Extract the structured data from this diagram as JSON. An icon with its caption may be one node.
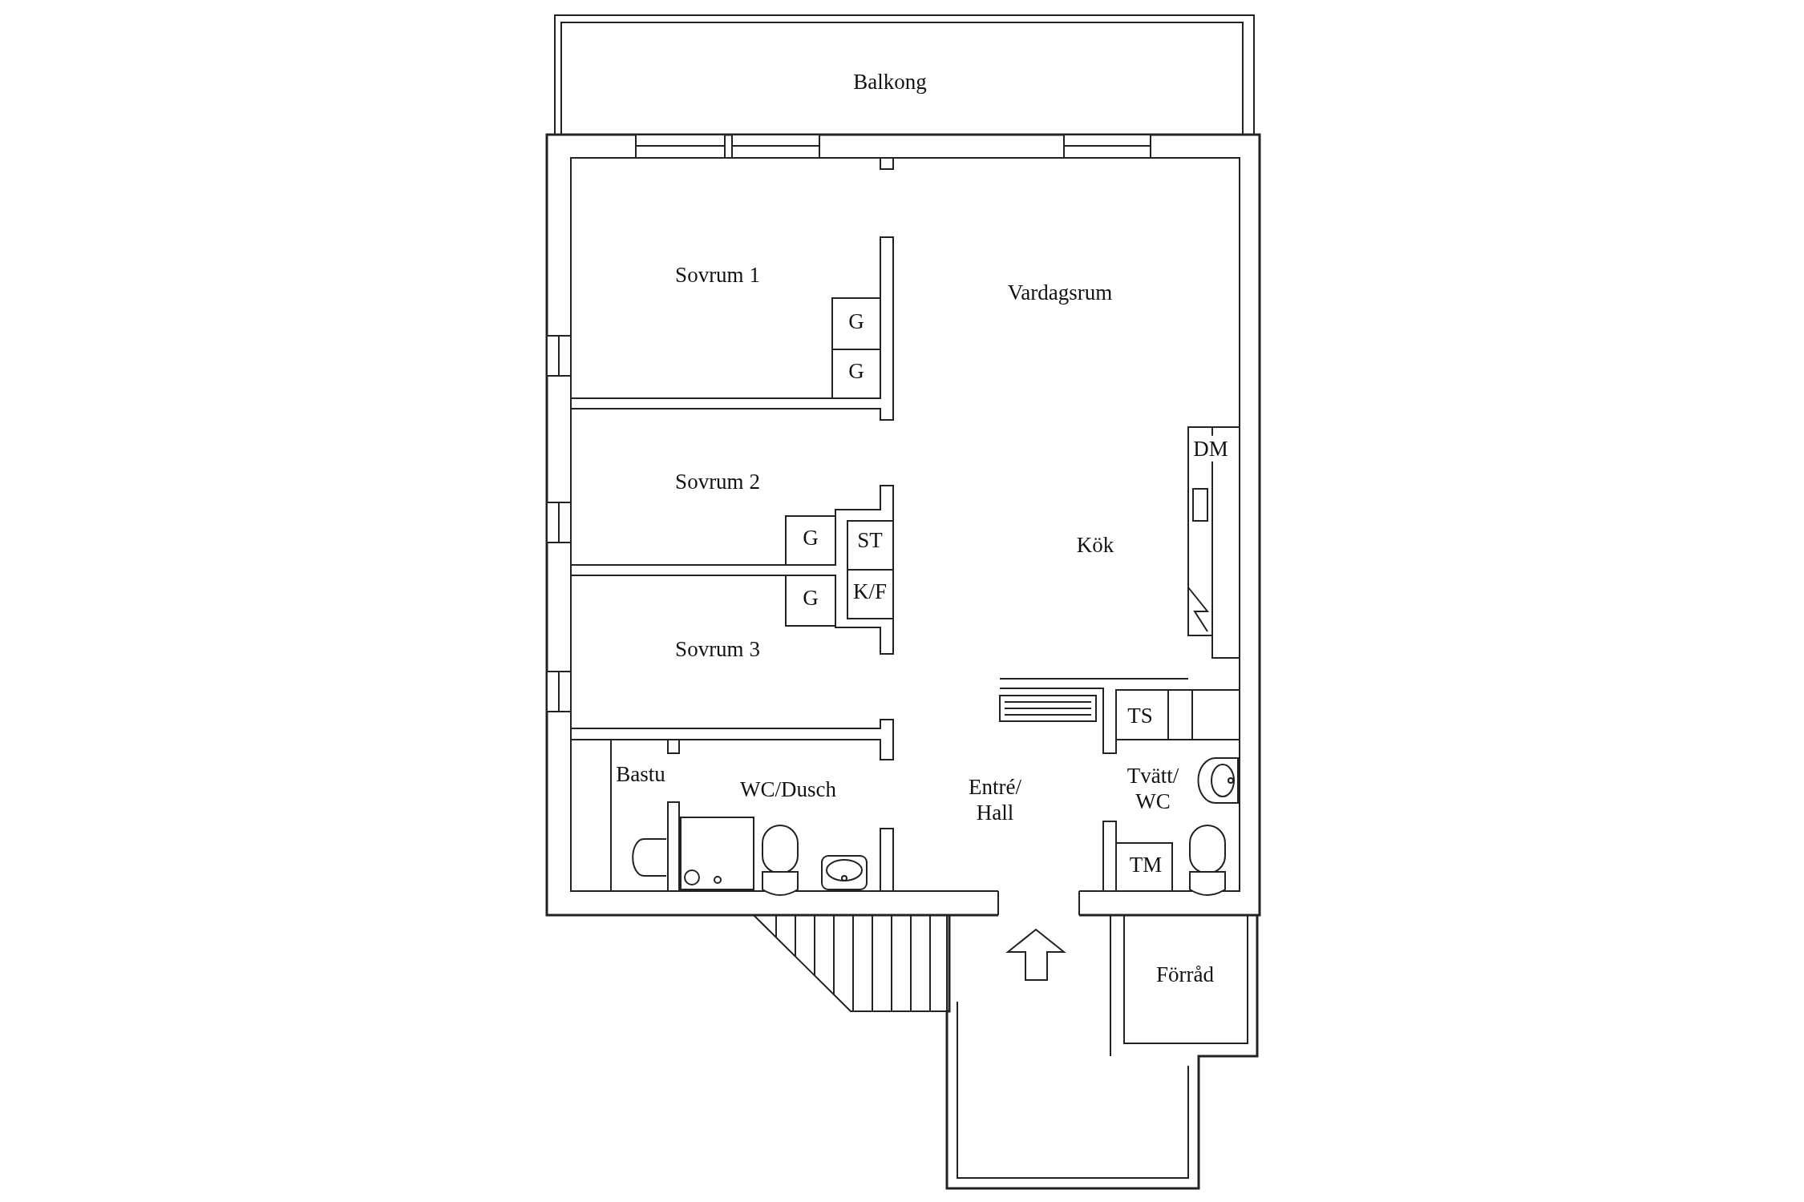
{
  "diagram": {
    "labels": [
      "Balkong",
      "Sovrum 1",
      "Vardagsrum",
      "G",
      "G",
      "DM",
      "Sovrum 2",
      "G",
      "ST",
      "Kök",
      "K/F",
      "G",
      "Sovrum 3",
      "TS",
      "Bastu",
      "WC/Dusch",
      "Entré/ Hall",
      "Tvätt/ WC",
      "TM",
      "Förråd"
    ]
  }
}
